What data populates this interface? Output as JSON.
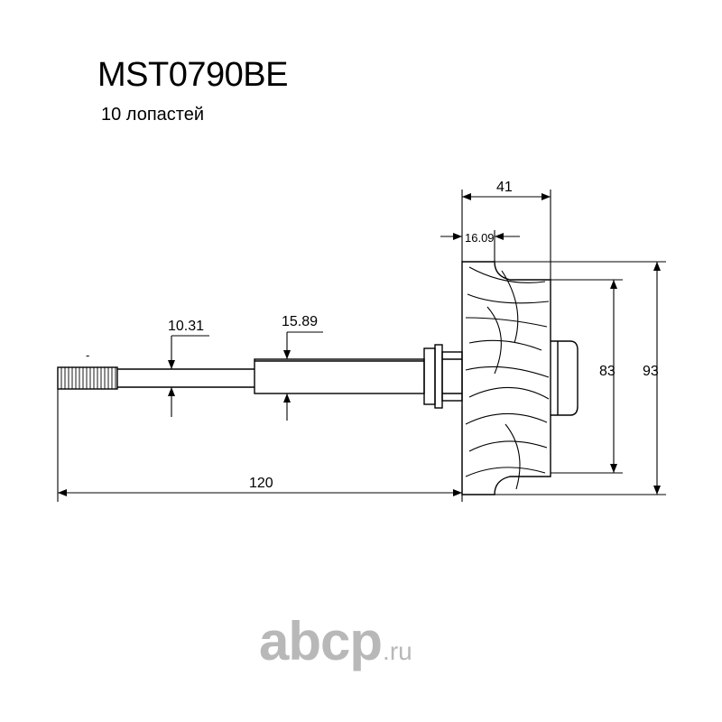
{
  "header": {
    "part_number": "MST0790BE",
    "blades": "10 лопастей"
  },
  "dimensions": {
    "shaft_small_diameter": "10.31",
    "shaft_large_diameter": "15.89",
    "wheel_width": "41",
    "hub_offset": "16.09",
    "inner_diameter": "83",
    "outer_diameter": "93",
    "total_length": "120",
    "tick_mark": "-"
  },
  "logo": {
    "main": "abcp",
    "suffix": ".ru"
  },
  "colors": {
    "line": "#000000",
    "logo": "#b8b8b8"
  }
}
